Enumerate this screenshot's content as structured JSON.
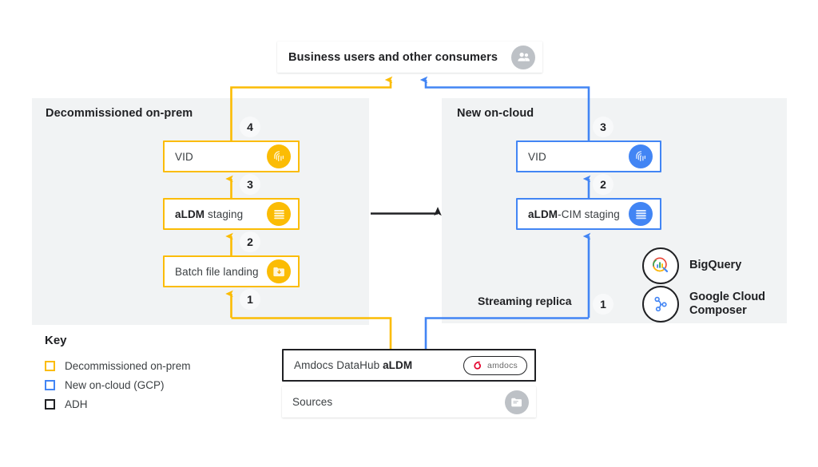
{
  "diagram": {
    "title_top_box": "Business users and other consumers",
    "panels": {
      "left": {
        "title": "Decommissioned on-prem",
        "accent": "#fbbc04"
      },
      "right": {
        "title": "New on-cloud",
        "accent": "#4285f4"
      }
    },
    "left_nodes": [
      {
        "label": "VID",
        "icon": "fingerprint-icon",
        "step": "4"
      },
      {
        "label": "aLDM staging",
        "label_bold": "aLDM",
        "label_rest": " staging",
        "icon": "database-icon",
        "step": "3"
      },
      {
        "label": "Batch file landing",
        "icon": "folder-download-icon",
        "step": "2"
      }
    ],
    "left_bottom_step": "1",
    "right_nodes": [
      {
        "label": "VID",
        "icon": "fingerprint-icon",
        "step": "3"
      },
      {
        "label": "aLDM-CIM staging",
        "label_bold": "aLDM",
        "label_rest": "-CIM staging",
        "icon": "database-icon",
        "step": "2"
      }
    ],
    "right_bottom_step": "1",
    "streaming_label": "Streaming replica",
    "products": [
      {
        "name": "BigQuery",
        "icon": "bigquery-icon"
      },
      {
        "name": "Google Cloud\nComposer",
        "icon": "cloud-composer-icon"
      }
    ],
    "bottom_nodes": [
      {
        "label": "Amdocs DataHub aLDM",
        "label_plain": "Amdocs DataHub ",
        "label_bold": "aLDM",
        "icon": "amdocs-logo"
      },
      {
        "label": "Sources",
        "icon": "folder-icon"
      }
    ],
    "business_icon": "people-icon",
    "key": {
      "title": "Key",
      "items": [
        {
          "label": "Decommissioned on-prem",
          "color": "#fbbc04"
        },
        {
          "label": "New on-cloud (GCP)",
          "color": "#4285f4"
        },
        {
          "label": "ADH",
          "color": "#202124"
        }
      ]
    },
    "amdocs_wordmark": "amdocs"
  }
}
